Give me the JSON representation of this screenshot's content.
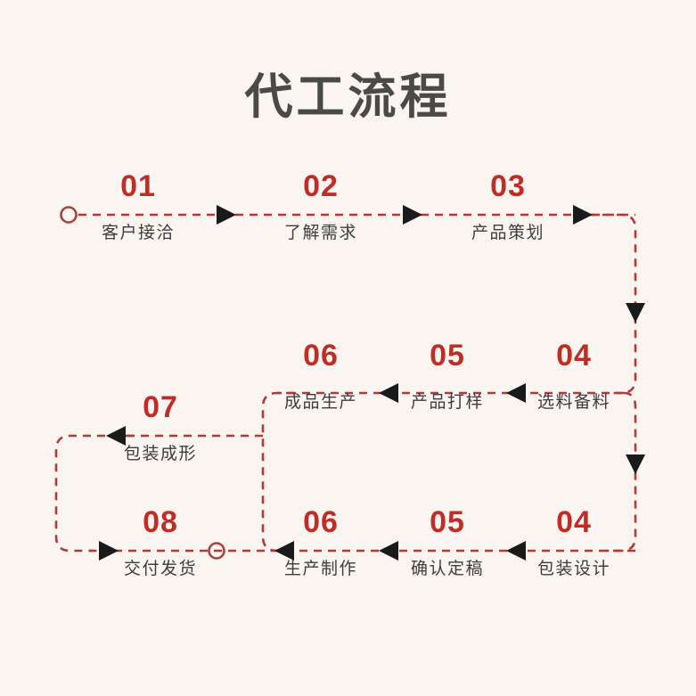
{
  "page": {
    "title": "代工流程",
    "background_color": "#fbf5f2",
    "accent_color": "#bf2d26",
    "line_color": "#b03a36",
    "arrow_color": "#1a1a1a",
    "label_color": "#3d3d3b",
    "title_color": "#4a4a48"
  },
  "flow": {
    "start_marker": "circle-outline",
    "end_marker": "circle-outline",
    "line_style": "dashed",
    "rows": [
      {
        "name": "row-1",
        "direction": "left-to-right",
        "steps": [
          {
            "num": "01",
            "label": "客户接洽"
          },
          {
            "num": "02",
            "label": "了解需求"
          },
          {
            "num": "03",
            "label": "产品策划"
          }
        ]
      },
      {
        "name": "row-2",
        "direction": "right-to-left",
        "steps": [
          {
            "num": "04",
            "label": "选料备料"
          },
          {
            "num": "05",
            "label": "产品打样"
          },
          {
            "num": "06",
            "label": "成品生产"
          }
        ]
      },
      {
        "name": "row-3",
        "direction": "right-to-left",
        "steps": [
          {
            "num": "07",
            "label": "包装成形"
          }
        ]
      },
      {
        "name": "row-4",
        "direction": "right-to-left",
        "steps": [
          {
            "num": "04",
            "label": "包装设计"
          },
          {
            "num": "05",
            "label": "确认定稿"
          },
          {
            "num": "06",
            "label": "生产制作"
          },
          {
            "num": "08",
            "label": "交付发货"
          }
        ]
      }
    ]
  },
  "steps_flat": [
    {
      "id": "s1",
      "num": "01",
      "label": "客户接洽"
    },
    {
      "id": "s2",
      "num": "02",
      "label": "了解需求"
    },
    {
      "id": "s3",
      "num": "03",
      "label": "产品策划"
    },
    {
      "id": "s4",
      "num": "04",
      "label": "选料备料"
    },
    {
      "id": "s5",
      "num": "05",
      "label": "产品打样"
    },
    {
      "id": "s6",
      "num": "06",
      "label": "成品生产"
    },
    {
      "id": "s7",
      "num": "07",
      "label": "包装成形"
    },
    {
      "id": "s8",
      "num": "08",
      "label": "交付发货"
    },
    {
      "id": "s9",
      "num": "06",
      "label": "生产制作"
    },
    {
      "id": "s10",
      "num": "05",
      "label": "确认定稿"
    },
    {
      "id": "s11",
      "num": "04",
      "label": "包装设计"
    }
  ]
}
